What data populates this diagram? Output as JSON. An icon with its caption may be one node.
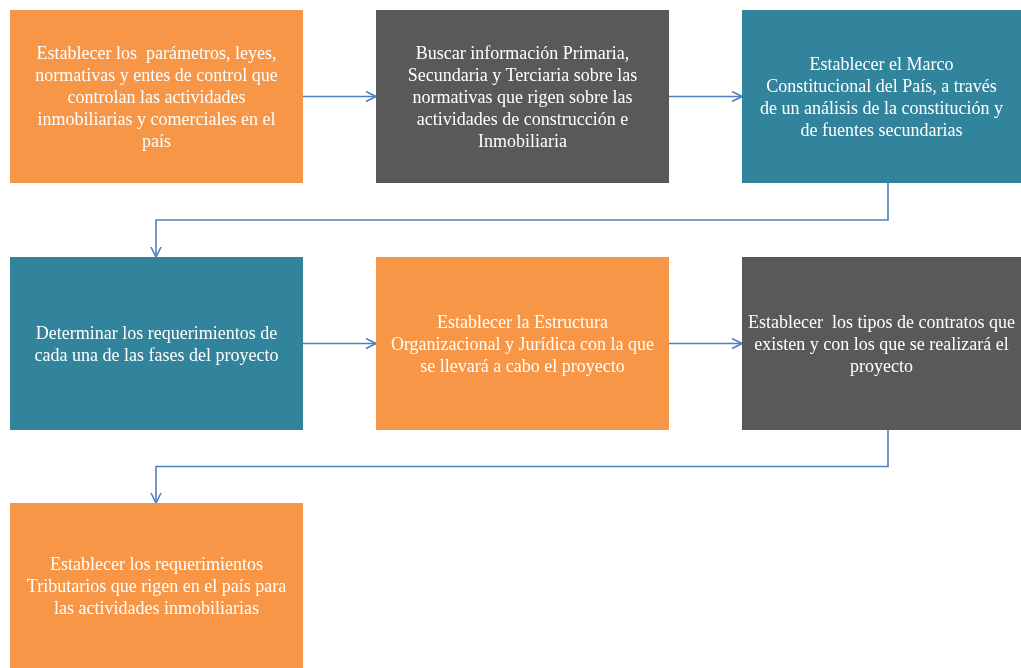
{
  "diagram": {
    "nodes": [
      {
        "text": [
          "Establecer los  parámetros, leyes, normativas y entes de control que controlan las actividades inmobiliarias y comerciales en el país"
        ]
      },
      {
        "text": [
          "Buscar información Primaria, Secundaria y Terciaria sobre las normativas que rigen sobre las actividades de construcción e Inmobiliaria"
        ]
      },
      {
        "text": [
          "Establecer el Marco Constitucional del País, a través de un análisis de la constitución y de fuentes secundarias"
        ]
      },
      {
        "text": [
          "Determinar los requerimientos de cada una de las fases del proyecto"
        ]
      },
      {
        "text": [
          "Establecer la Estructura Organizacional y Jurídica con la que se llevará a cabo el proyecto"
        ]
      },
      {
        "text": [
          "Establecer  los tipos de contratos que existen y con los que se realizará el proyecto"
        ]
      },
      {
        "text": [
          "Establecer los requerimientos Tributarios que rigen en el país para las actividades inmobiliarias"
        ]
      }
    ],
    "edges": [
      {
        "from": 0,
        "to": 1,
        "arrow": "to"
      },
      {
        "from": 1,
        "to": 2,
        "arrow": "to"
      },
      {
        "from": 2,
        "to": 3,
        "arrow": "to"
      },
      {
        "from": 3,
        "to": 4,
        "arrow": "to"
      },
      {
        "from": 4,
        "to": 5,
        "arrow": "to"
      },
      {
        "from": 5,
        "to": 6,
        "arrow": "to"
      }
    ]
  }
}
